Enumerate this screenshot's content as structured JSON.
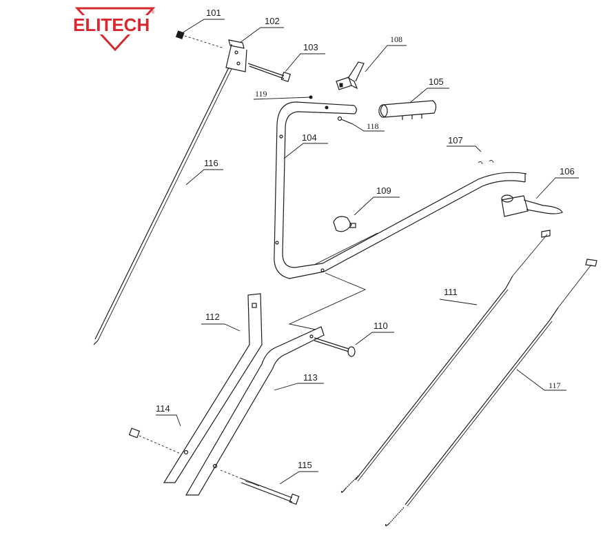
{
  "brand": {
    "name": "ELITECH",
    "color": "#d7282f"
  },
  "parts": [
    {
      "id": "p101",
      "label": "101"
    },
    {
      "id": "p102",
      "label": "102"
    },
    {
      "id": "p103",
      "label": "103"
    },
    {
      "id": "p104",
      "label": "104"
    },
    {
      "id": "p105",
      "label": "105"
    },
    {
      "id": "p106",
      "label": "106"
    },
    {
      "id": "p107",
      "label": "107"
    },
    {
      "id": "p108",
      "label": "108"
    },
    {
      "id": "p109",
      "label": "109"
    },
    {
      "id": "p110",
      "label": "110"
    },
    {
      "id": "p111",
      "label": "111"
    },
    {
      "id": "p112",
      "label": "112"
    },
    {
      "id": "p113",
      "label": "113"
    },
    {
      "id": "p114",
      "label": "114"
    },
    {
      "id": "p115",
      "label": "115"
    },
    {
      "id": "p116",
      "label": "116"
    },
    {
      "id": "p117",
      "label": "117"
    },
    {
      "id": "p118",
      "label": "118"
    },
    {
      "id": "p119",
      "label": "119"
    }
  ]
}
